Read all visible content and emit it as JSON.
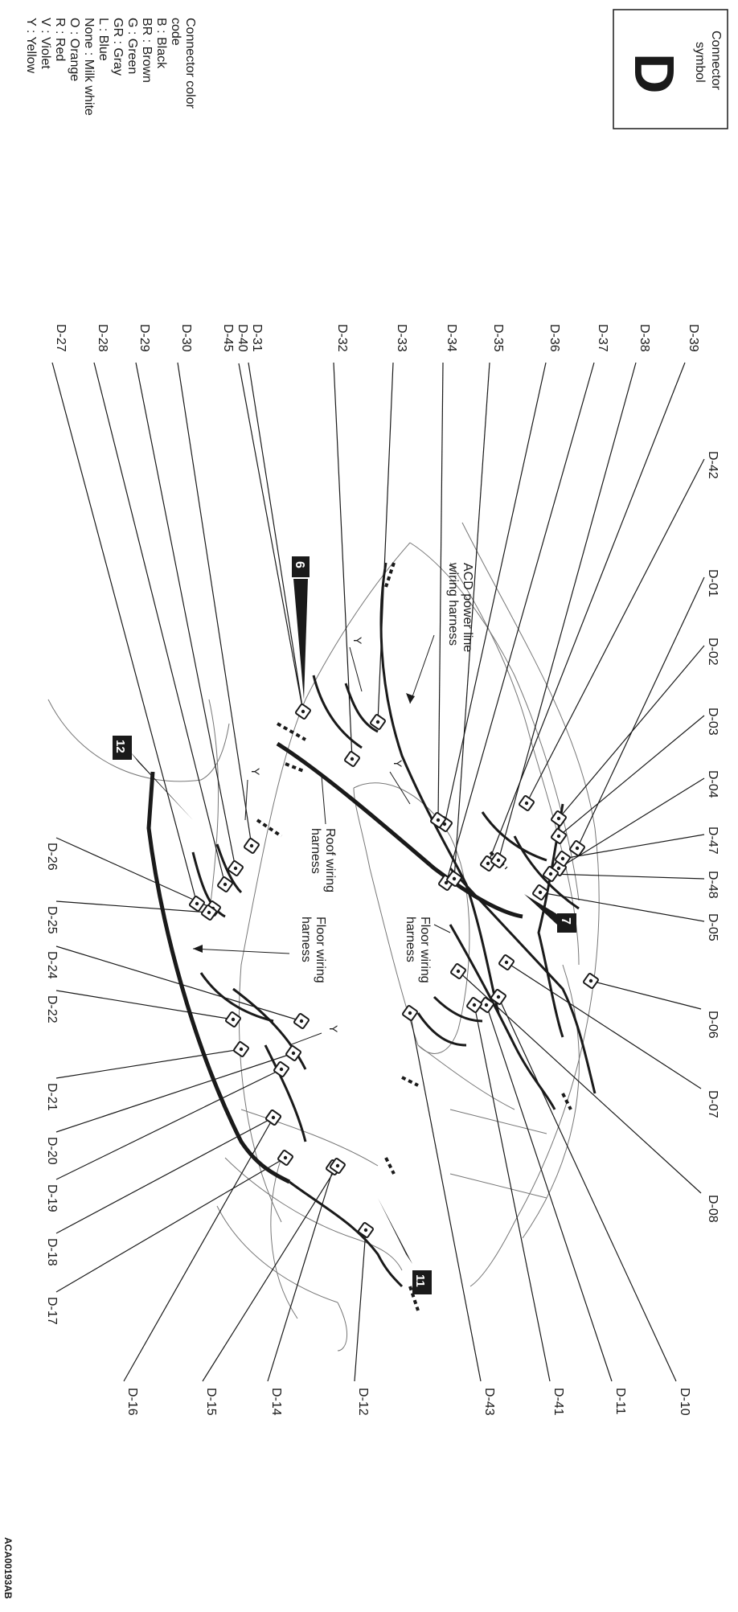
{
  "symbol_box": {
    "title_line1": "Connector",
    "title_line2": "symbol",
    "letter": "D"
  },
  "color_code": {
    "title_line1": "Connector color",
    "title_line2": "code",
    "items": [
      "B : Black",
      "BR : Brown",
      "G : Green",
      "GR : Gray",
      "L : Blue",
      "None : Milk white",
      "O : Orange",
      "R : Red",
      "V : Violet",
      "Y : Yellow"
    ]
  },
  "figure_id": "ACA00193AB",
  "harness_labels": {
    "acd_line1": "ACD power line",
    "acd_line2": "wiring harness",
    "roof_line1": "Roof wiring",
    "roof_line2": "harness",
    "floor_upper_line1": "Floor wiring",
    "floor_upper_line2": "harness",
    "floor_lower_line1": "Floor wiring",
    "floor_lower_line2": "harness"
  },
  "markers": [
    "6",
    "7",
    "11",
    "12"
  ],
  "color_tags": [
    "Y",
    "Y",
    "Y",
    "Y"
  ],
  "connectors_left": [
    "D-39",
    "D-38",
    "D-37",
    "D-36",
    "D-35",
    "D-34",
    "D-33",
    "D-32",
    "D-31",
    "D-40",
    "D-45",
    "D-30",
    "D-29",
    "D-28",
    "D-27"
  ],
  "connectors_top": [
    "D-42",
    "D-01",
    "D-02",
    "D-03",
    "D-04",
    "D-47",
    "D-48",
    "D-05"
  ],
  "connectors_right": [
    "D-06",
    "D-07",
    "D-08"
  ],
  "connectors_bottom_right": [
    "D-10",
    "D-11",
    "D-41",
    "D-43",
    "D-12",
    "D-14",
    "D-15",
    "D-16"
  ],
  "connectors_bottom_left": [
    "D-26",
    "D-25",
    "D-24",
    "D-22",
    "D-21",
    "D-20",
    "D-19",
    "D-18",
    "D-17"
  ],
  "colors": {
    "ink": "#1a1a1a",
    "outline": "#777777",
    "background": "#ffffff"
  }
}
